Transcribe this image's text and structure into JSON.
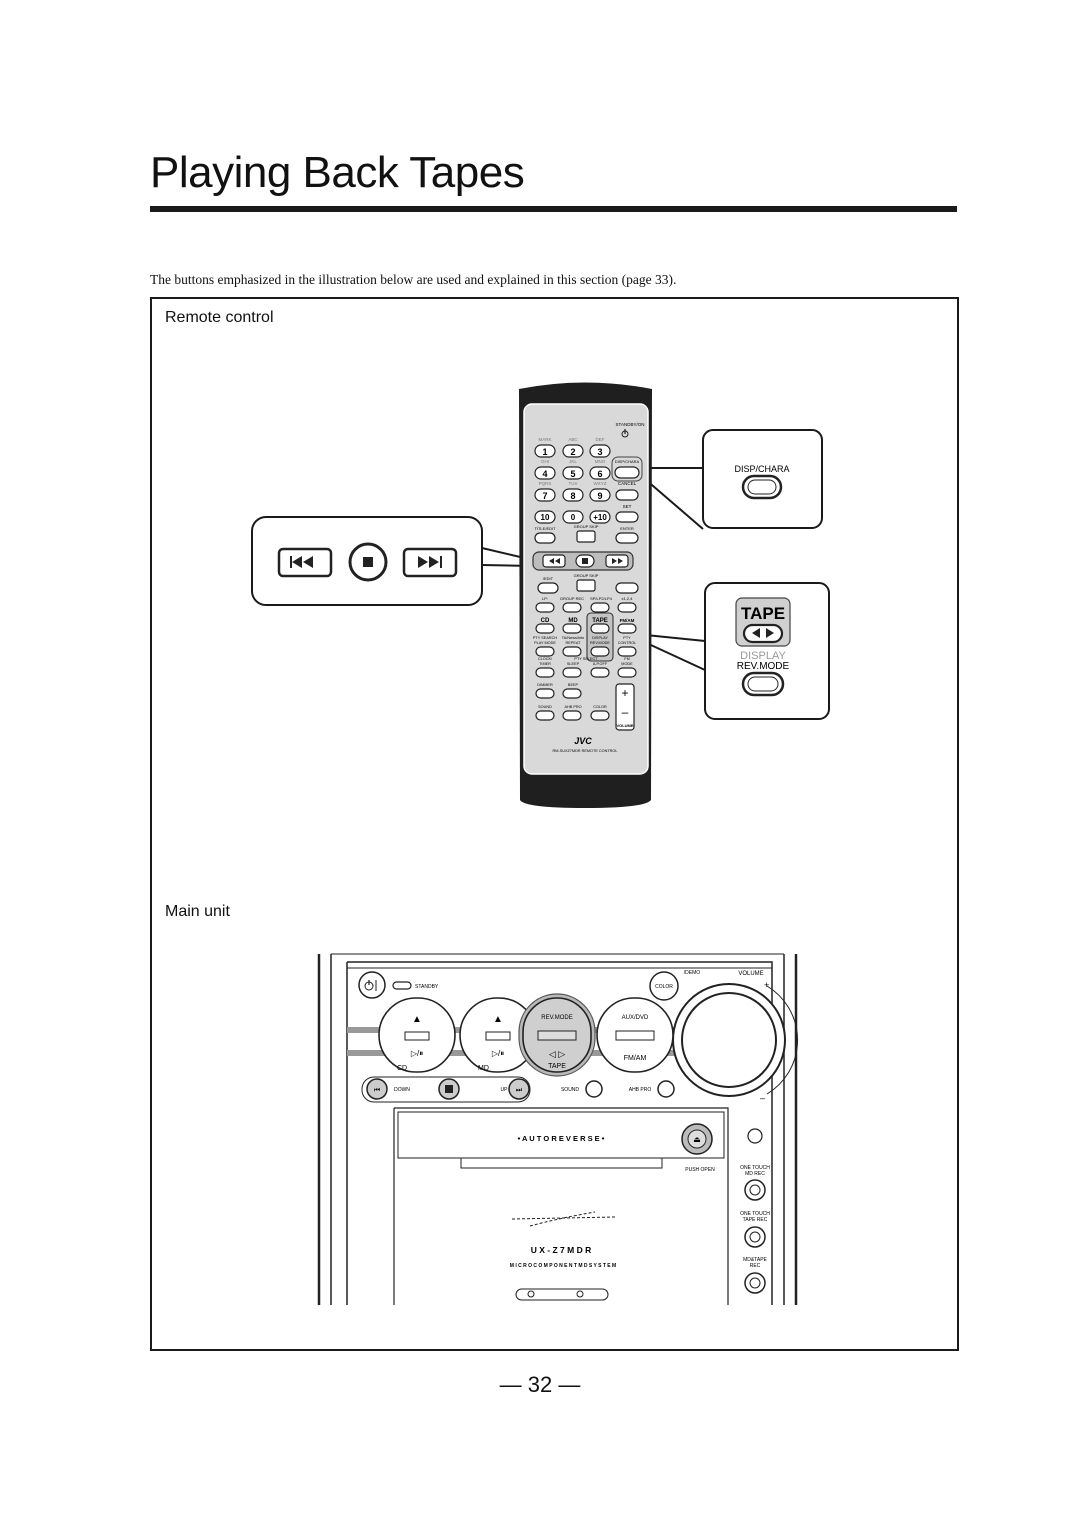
{
  "page": {
    "title": "Playing Back Tapes",
    "intro": "The buttons emphasized in the illustration below are used and explained in this section (page 33).",
    "page_number": "— 32 —"
  },
  "remote": {
    "label": "Remote control",
    "callout_disp": "DISP/CHARA",
    "callout_tape": "TAPE",
    "callout_display": "DISPLAY",
    "callout_rev": "REV.MODE",
    "labels": {
      "standby": "STANDBY/ON",
      "abc": "ABC",
      "def": "DEF",
      "mark": "MARK",
      "ghi": "GHI",
      "jkl": "JKL",
      "mno": "MNO",
      "pqrs": "PQRS",
      "tuv": "TUV",
      "wxyz": "WXYZ",
      "disp_chara": "DISP/CHARA",
      "cancel": "CANCEL",
      "set": "SET",
      "title_edit": "TITLE/EDIT",
      "group_skip": "GROUP SKIP",
      "enter": "ENTER",
      "edit": "/EDIT",
      "group_skip2": "GROUP SKIP",
      "lp": "LP:",
      "group_rec": "GROUP REC",
      "sp_lp": "SP/LP2/LP4",
      "x124": "x1,2,4",
      "cd": "CD",
      "md": "MD",
      "tape": "TAPE",
      "fmam": "FM/AM",
      "pty": "PTY SEARCH",
      "ta": "TA/News/Info",
      "display": "DISPLAY",
      "pty2": "PTY",
      "play_mode": "PLAY MODE",
      "repeat": "REPEAT",
      "rev_mode": "REV.MODE",
      "control": "CONTROL",
      "clock": "CLOCK/",
      "timer": "TIMER",
      "pty_select": "PTY SELECT",
      "fm": "FM",
      "sleep": "SLEEP",
      "apoff": "A.P.OFF",
      "mode": "MODE",
      "dimmer": "DIMMER",
      "beep": "BEEP",
      "sound": "SOUND",
      "ahb": "AHB PRO",
      "color": "COLOR",
      "volume": "VOLUME",
      "brand": "JVC",
      "model": "RM-SUXZ7MDR  REMOTE  CONTROL"
    },
    "digits": [
      "1",
      "2",
      "3",
      "4",
      "5",
      "6",
      "7",
      "8",
      "9",
      "10",
      "0",
      "+10"
    ]
  },
  "main_unit": {
    "label": "Main unit",
    "labels": {
      "standby": "STANDBY",
      "demo": "/DEMO",
      "color": "COLOR",
      "volume": "VOLUME",
      "rev_mode": "REV.MODE",
      "aux_dvd": "AUX/DVD",
      "cd": "CD",
      "md": "MD",
      "tape": "TAPE",
      "fmam": "FM/AM",
      "down": "DOWN",
      "up": "UP",
      "sound": "SOUND",
      "ahb": "AHB PRO",
      "auto_reverse": "•   A   U   T   O     R   E   V   E   R   S   E   •",
      "push_open": "PUSH OPEN",
      "otm1": "ONE TOUCH",
      "otm2": "MD REC",
      "ott1": "ONE TOUCH",
      "ott2": "TAPE REC",
      "mdt1": "MD&TAPE",
      "mdt2": "REC",
      "model": "U X - Z 7 M D R",
      "subtitle": "M I C R O   C O M P O N E N T   M D   S Y S T E M"
    }
  }
}
